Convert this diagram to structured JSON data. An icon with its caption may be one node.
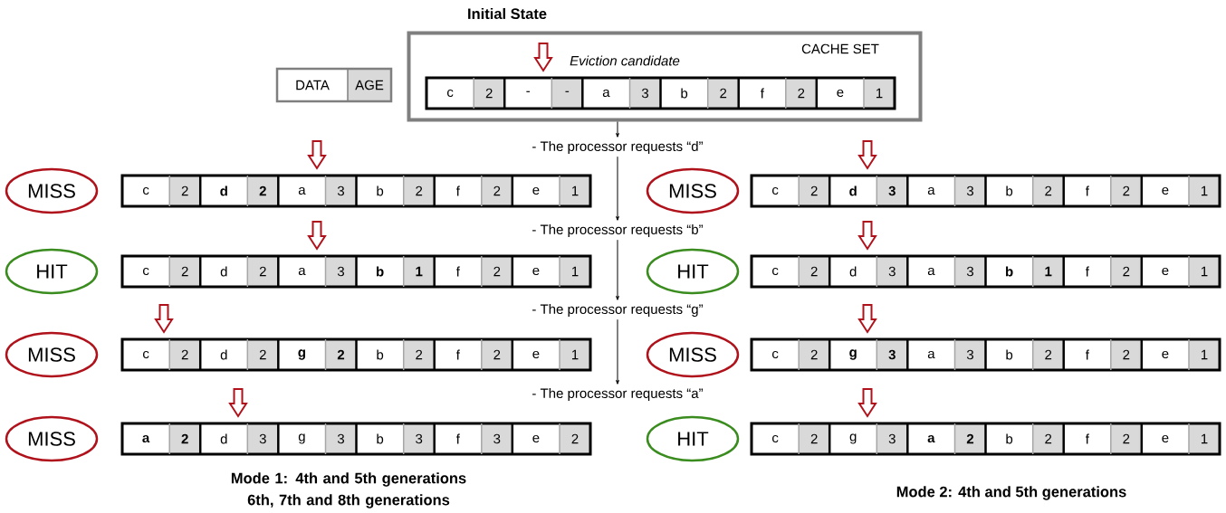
{
  "diagram": {
    "nodes": [
      {
        "text": [
          "Initial State",
          "CACHE SET"
        ]
      },
      {
        "text": [
          "c",
          "2",
          "-",
          "-",
          "a",
          "3",
          "b",
          "2",
          "f",
          "2",
          "e",
          "1"
        ],
        "in": 0
      },
      {
        "text": [
          "DATA",
          "AGE"
        ]
      },
      {
        "text": [
          "- The processor requests “d”"
        ]
      },
      {
        "text": [
          "MISS"
        ]
      },
      {
        "text": [
          "c",
          "2",
          "**d**",
          "**2**",
          "a",
          "3",
          "b",
          "2",
          "f",
          "2",
          "e",
          "1"
        ]
      },
      {
        "text": [
          "MISS"
        ]
      },
      {
        "text": [
          "c",
          "2",
          "**d**",
          "**3**",
          "a",
          "3",
          "b",
          "2",
          "f",
          "2",
          "e",
          "1"
        ]
      },
      {
        "text": [
          "- The processor requests “b”"
        ]
      },
      {
        "text": [
          "HIT"
        ]
      },
      {
        "text": [
          "c",
          "2",
          "d",
          "2",
          "a",
          "3",
          "**b**",
          "**1**",
          "f",
          "2",
          "e",
          "1"
        ]
      },
      {
        "text": [
          "HIT"
        ]
      },
      {
        "text": [
          "c",
          "2",
          "d",
          "3",
          "a",
          "3",
          "**b**",
          "**1**",
          "f",
          "2",
          "e",
          "1"
        ]
      },
      {
        "text": [
          "- The processor requests “g”"
        ]
      },
      {
        "text": [
          "MISS"
        ]
      },
      {
        "text": [
          "c",
          "2",
          "d",
          "2",
          "**g**",
          "**2**",
          "b",
          "2",
          "f",
          "2",
          "e",
          "1"
        ]
      },
      {
        "text": [
          "MISS"
        ]
      },
      {
        "text": [
          "c",
          "2",
          "**g**",
          "**3**",
          "a",
          "3",
          "b",
          "2",
          "f",
          "2",
          "e",
          "1"
        ]
      },
      {
        "text": [
          "- The processor requests “a”"
        ]
      },
      {
        "text": [
          "MISS"
        ]
      },
      {
        "text": [
          "**a**",
          "**2**",
          "d",
          "3",
          "g",
          "3",
          "b",
          "3",
          "f",
          "3",
          "e",
          "2"
        ]
      },
      {
        "text": [
          "HIT"
        ]
      },
      {
        "text": [
          "c",
          "2",
          "g",
          "3",
          "**a**",
          "**2**",
          "b",
          "2",
          "f",
          "2",
          "e",
          "1"
        ]
      }
    ],
    "edges": [
      {
        "from": 0,
        "to": 3,
        "arrow": "to"
      },
      {
        "from": 3,
        "to": 8,
        "arrow": "to"
      },
      {
        "from": 8,
        "to": 13,
        "arrow": "to"
      },
      {
        "from": 13,
        "to": 18,
        "arrow": "to"
      },
      {
        "from": null,
        "to": 1,
        "arrow": "to",
        "color": "#b0121b"
      },
      {
        "from": null,
        "to": 5,
        "arrow": "to",
        "color": "#b0121b"
      },
      {
        "from": null,
        "to": 7,
        "arrow": "to",
        "color": "#b0121b"
      },
      {
        "from": null,
        "to": 10,
        "arrow": "to",
        "color": "#b0121b"
      },
      {
        "from": null,
        "to": 12,
        "arrow": "to",
        "color": "#b0121b"
      },
      {
        "from": null,
        "to": 15,
        "arrow": "to",
        "color": "#b0121b"
      },
      {
        "from": null,
        "to": 17,
        "arrow": "to",
        "color": "#b0121b"
      },
      {
        "from": null,
        "to": 20,
        "arrow": "to",
        "color": "#b0121b"
      },
      {
        "from": null,
        "to": 22,
        "arrow": "to",
        "color": "#b0121b"
      }
    ],
    "labels": [
      "Eviction candidate",
      "Mode 1: 4th and 5th generations 6th, 7th and 8th generations",
      "Mode 2: 4th and 5th generations"
    ]
  }
}
